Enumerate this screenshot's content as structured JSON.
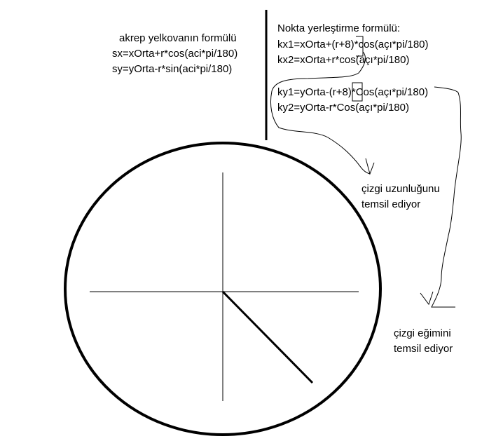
{
  "left_formula": {
    "title": "akrep yelkovanın formülü",
    "line1": "sx=xOrta+r*cos(aci*pi/180)",
    "line2": "sy=yOrta-r*sin(aci*pi/180)"
  },
  "right_formula": {
    "title": "Nokta yerleştirme formülü:",
    "kx1": "kx1=xOrta+(r+8)*cos(açı*pi/180)",
    "kx2": "kx2=xOrta+r*cos(açı*pi/180)",
    "ky1": "ky1=yOrta-(r+8)*Cos(açı*pi/180)",
    "ky2": "ky2=yOrta-r*Cos(açı*pi/180)"
  },
  "notes": {
    "length_line1": "çizgi uzunluğunu",
    "length_line2": "temsil ediyor",
    "slope_line1": "çizgi eğimini",
    "slope_line2": "temsil ediyor"
  },
  "colors": {
    "ink": "#000000",
    "background": "#ffffff"
  }
}
